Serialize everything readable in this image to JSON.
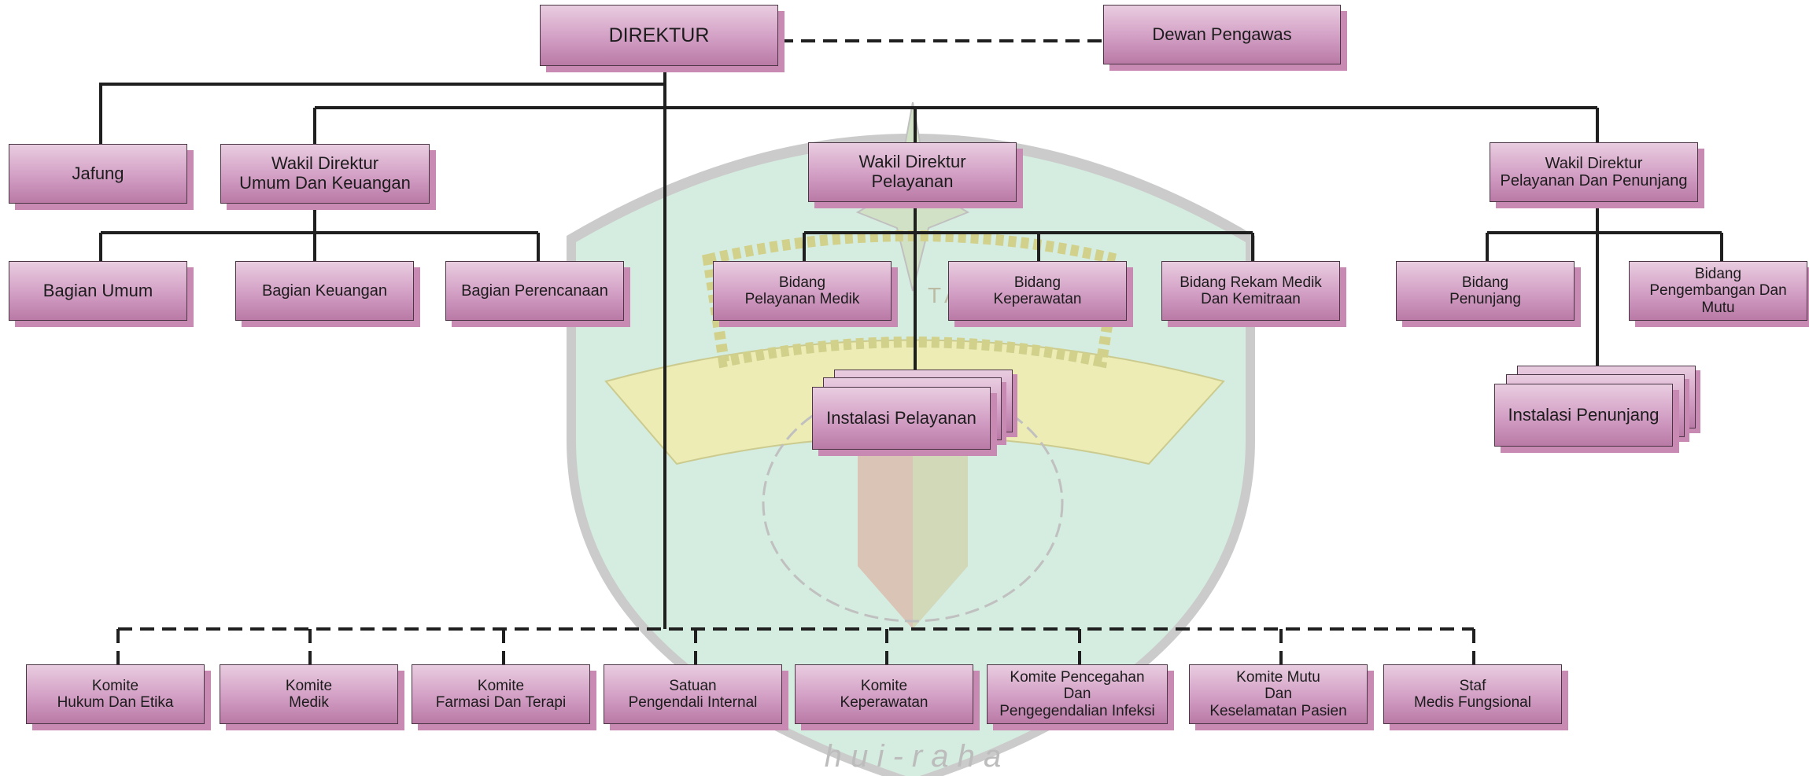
{
  "colors": {
    "box_top": "#e9cde0",
    "box_bottom": "#b97aa6",
    "box_shadow": "#c88ab3",
    "line": "#1f1f1f",
    "watermark_shield": "#d3ecdf",
    "watermark_ring": "#c8c8c8",
    "watermark_yellow": "#ecebb0"
  },
  "watermark": {
    "top_text": "TAN",
    "bottom_text": "h u i - r a h a"
  },
  "nodes": {
    "direktur": "DIREKTUR",
    "dewan_pengawas": "Dewan Pengawas",
    "jafung": "Jafung",
    "wadir_umum": "Wakil Direktur\nUmum Dan Keuangan",
    "wadir_pelayanan": "Wakil Direktur\nPelayanan",
    "wadir_penunjang": "Wakil Direktur\nPelayanan Dan Penunjang",
    "bagian_umum": "Bagian Umum",
    "bagian_keuangan": "Bagian Keuangan",
    "bagian_perencanaan": "Bagian Perencanaan",
    "bidang_pelayanan_medik": "Bidang\nPelayanan Medik",
    "bidang_keperawatan": "Bidang\nKeperawatan",
    "bidang_rekam_medik": "Bidang Rekam Medik\nDan Kemitraan",
    "bidang_penunjang": "Bidang\nPenunjang",
    "bidang_pengembangan": "Bidang\nPengembangan Dan Mutu",
    "instalasi_pelayanan": "Instalasi Pelayanan",
    "instalasi_penunjang": "Instalasi Penunjang",
    "komite_hukum": "Komite\nHukum Dan Etika",
    "komite_medik": "Komite\nMedik",
    "komite_farmasi": "Komite\nFarmasi Dan Terapi",
    "satuan_pengendali": "Satuan\nPengendali Internal",
    "komite_keperawatan": "Komite\nKeperawatan",
    "komite_ppi": "Komite Pencegahan\nDan\nPengegendalian Infeksi",
    "komite_mutu": "Komite Mutu\nDan\nKeselamatan Pasien",
    "staf_medis": "Staf\nMedis Fungsional"
  }
}
